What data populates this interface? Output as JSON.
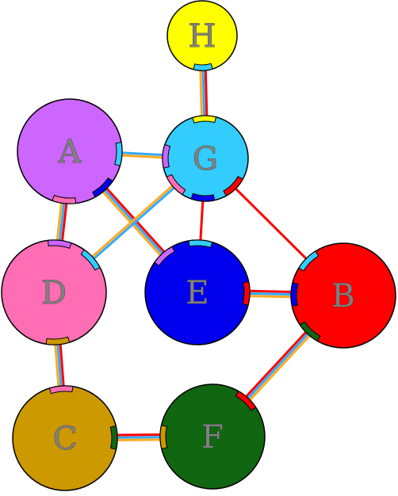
{
  "diagram": {
    "nodes": [
      {
        "id": "H",
        "label": "H",
        "color": "#ffff00"
      },
      {
        "id": "A",
        "label": "A",
        "color": "#cc66ff"
      },
      {
        "id": "G",
        "label": "G",
        "color": "#33ccff"
      },
      {
        "id": "D",
        "label": "D",
        "color": "#ff6eb4"
      },
      {
        "id": "E",
        "label": "E",
        "color": "#0000ee"
      },
      {
        "id": "B",
        "label": "B",
        "color": "#ff0000"
      },
      {
        "id": "C",
        "label": "C",
        "color": "#cc9900"
      },
      {
        "id": "F",
        "label": "F",
        "color": "#116611"
      }
    ],
    "edges": [
      {
        "from": "H",
        "to": "G",
        "style": "triple"
      },
      {
        "from": "A",
        "to": "G",
        "style": "double"
      },
      {
        "from": "A",
        "to": "D",
        "style": "triple"
      },
      {
        "from": "A",
        "to": "E",
        "style": "triple"
      },
      {
        "from": "G",
        "to": "D",
        "style": "double"
      },
      {
        "from": "G",
        "to": "E",
        "style": "single"
      },
      {
        "from": "G",
        "to": "B",
        "style": "single"
      },
      {
        "from": "E",
        "to": "B",
        "style": "triple"
      },
      {
        "from": "D",
        "to": "C",
        "style": "triple"
      },
      {
        "from": "C",
        "to": "F",
        "style": "triple"
      },
      {
        "from": "F",
        "to": "B",
        "style": "triple"
      }
    ],
    "line_colors": {
      "red": "#ff0000",
      "blue": "#33aaff",
      "orange": "#ffaa22"
    }
  }
}
